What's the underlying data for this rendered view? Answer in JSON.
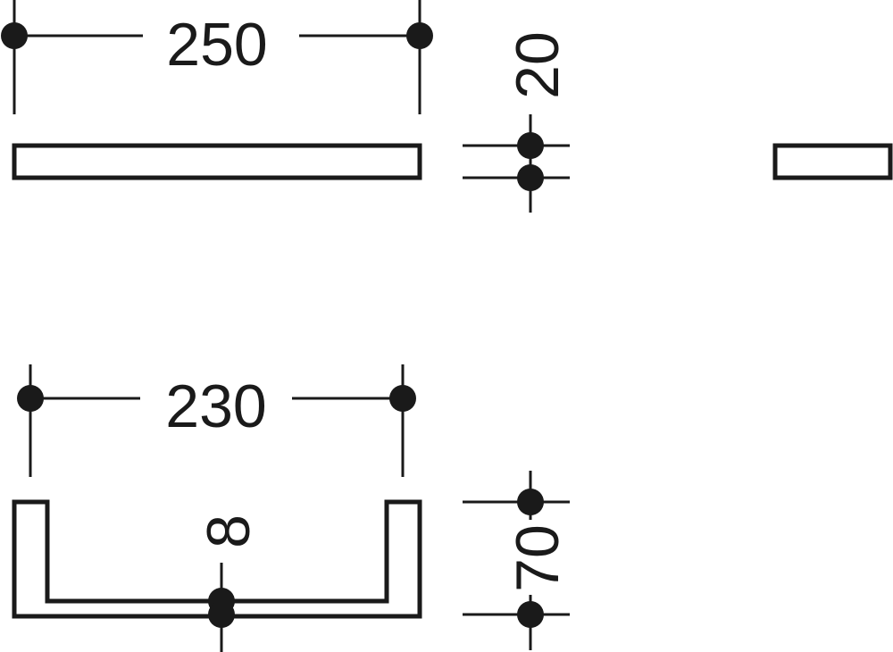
{
  "dimensions": {
    "top_width": "250",
    "top_thickness": "20",
    "bottom_width": "230",
    "bottom_height": "70",
    "bottom_thickness": "8"
  }
}
